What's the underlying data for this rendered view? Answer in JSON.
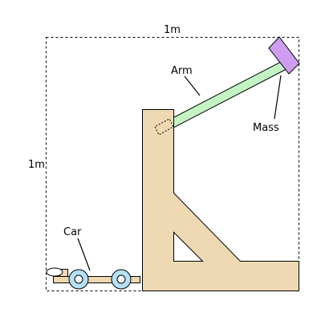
{
  "labels": {
    "width_dim": "1m",
    "height_dim": "1m",
    "arm": "Arm",
    "mass": "Mass",
    "car": "Car"
  },
  "colors": {
    "wood": "#eed9b2",
    "arm": "#c4f4c4",
    "mass": "#cf9df0",
    "wheel": "#b5e0f5",
    "stroke": "#000000"
  }
}
